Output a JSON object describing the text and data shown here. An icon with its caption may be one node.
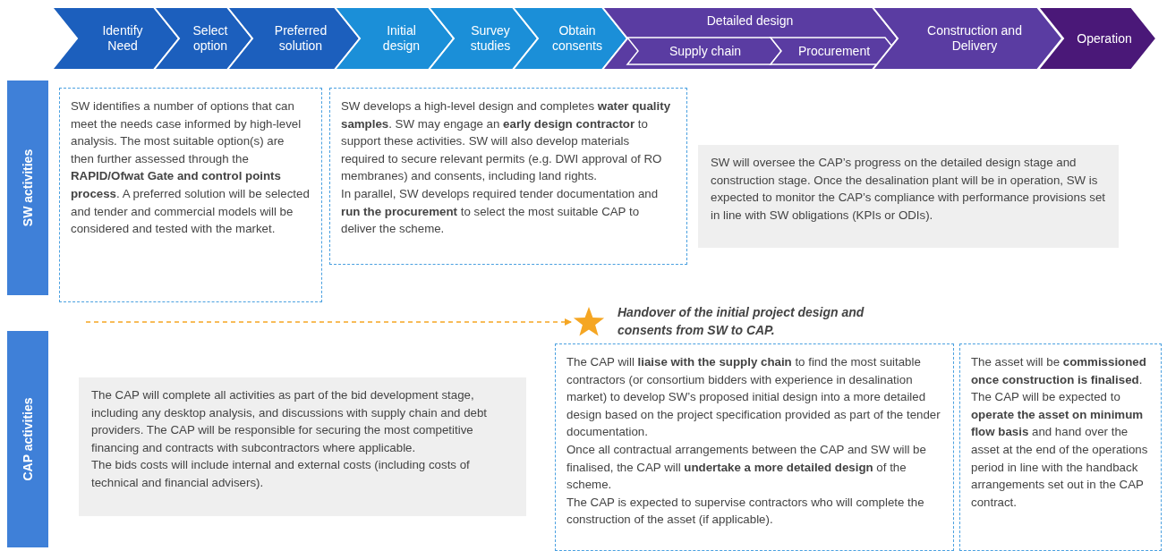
{
  "diagram": {
    "nodes": [
      {
        "text": [
          "Identify Need"
        ]
      },
      {
        "text": [
          "Select option"
        ]
      },
      {
        "text": [
          "Preferred solution"
        ]
      },
      {
        "text": [
          "Initial design"
        ]
      },
      {
        "text": [
          "Survey studies"
        ]
      },
      {
        "text": [
          "Obtain consents"
        ]
      },
      {
        "text": [
          "Detailed design"
        ]
      },
      {
        "text": [
          "Supply chain"
        ],
        "in": 6
      },
      {
        "text": [
          "Procurement"
        ],
        "in": 6
      },
      {
        "text": [
          "Construction and Delivery"
        ]
      },
      {
        "text": [
          "Operation"
        ]
      },
      {
        "text": [
          "SW activities"
        ]
      },
      {
        "text": [
          "CAP activities"
        ]
      },
      {
        "text": [
          "SW identifies a number of options that can meet the needs case informed by high-level analysis. The most suitable option(s) are then further assessed through the **RAPID/Ofwat Gate and control points process**. A preferred solution will be selected and tender and commercial models will be considered and tested with the market."
        ]
      },
      {
        "text": [
          "SW develops a high-level design and completes **water quality samples**. SW may engage an **early design contractor** to support these activities. SW will also develop materials required to secure relevant permits (e.g. DWI approval of RO membranes) and consents, including land rights.",
          "In parallel, SW develops required tender documentation and **run the procurement** to select the most suitable CAP to deliver the scheme."
        ]
      },
      {
        "text": [
          "SW will oversee the CAP’s progress on the detailed design stage and construction stage. Once the desalination plant will be in operation, SW is expected to monitor the CAP’s compliance with performance provisions set in line with SW obligations (KPIs or ODIs)."
        ]
      },
      {
        "text": [],
        "shape": "star",
        "beside": [
          "Handover of the initial project design and consents from SW to CAP."
        ]
      },
      {
        "text": [
          "The CAP will complete all activities as part of the bid development stage, including any desktop analysis, and discussions with supply chain and debt providers. The CAP will be responsible for securing the most competitive financing and contracts with subcontractors where applicable.",
          "The bids costs will include internal and external costs (including costs of technical and financial advisers)."
        ]
      },
      {
        "text": [
          "The CAP will **liaise with the supply chain** to find the most suitable contractors (or consortium bidders with experience in desalination market) to develop SW’s proposed initial design into a more detailed design based on the project specification provided as part of the tender documentation.",
          "Once all contractual arrangements between the CAP and SW will be finalised, the CAP will **undertake a more detailed design** of the scheme.",
          "The CAP is expected to supervise contractors who will complete the construction of the asset (if applicable)."
        ]
      },
      {
        "text": [
          "The asset will be **commissioned once construction is finalised**.",
          "The CAP will be expected to **operate the asset on minimum flow basis** and hand over the asset at the end of the operations period in line with the handback arrangements set out in the CAP contract."
        ]
      }
    ],
    "edges": [
      {
        "from": null,
        "to": 16,
        "arrow": "to",
        "style": "dashed",
        "color": "#f5a623"
      }
    ]
  }
}
